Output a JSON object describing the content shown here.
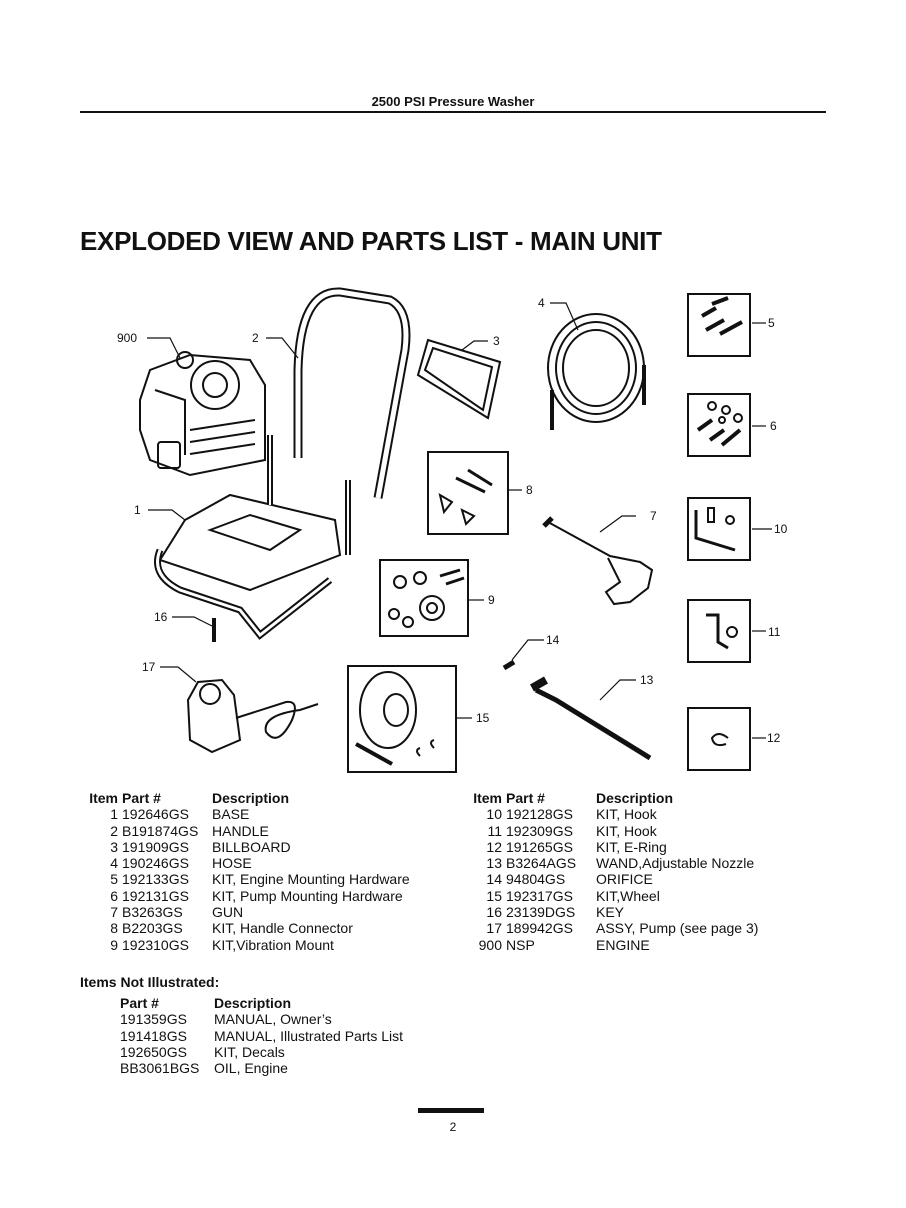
{
  "header": {
    "title": "2500 PSI Pressure Washer"
  },
  "section_title": "EXPLODED VIEW AND PARTS LIST - MAIN UNIT",
  "callouts": {
    "c900": "900",
    "c1": "1",
    "c2": "2",
    "c3": "3",
    "c4": "4",
    "c5": "5",
    "c6": "6",
    "c7": "7",
    "c8": "8",
    "c9": "9",
    "c10": "10",
    "c11": "11",
    "c12": "12",
    "c13": "13",
    "c14": "14",
    "c15": "15",
    "c16": "16",
    "c17": "17"
  },
  "parts_table": {
    "headers": {
      "item": "Item",
      "part": "Part #",
      "desc": "Description"
    },
    "left": [
      {
        "item": "1",
        "part": "192646GS",
        "desc": "BASE"
      },
      {
        "item": "2",
        "part": "B191874GS",
        "desc": "HANDLE"
      },
      {
        "item": "3",
        "part": "191909GS",
        "desc": "BILLBOARD"
      },
      {
        "item": "4",
        "part": "190246GS",
        "desc": "HOSE"
      },
      {
        "item": "5",
        "part": "192133GS",
        "desc": "KIT, Engine Mounting Hardware"
      },
      {
        "item": "6",
        "part": "192131GS",
        "desc": "KIT, Pump Mounting Hardware"
      },
      {
        "item": "7",
        "part": "B3263GS",
        "desc": "GUN"
      },
      {
        "item": "8",
        "part": "B2203GS",
        "desc": "KIT, Handle Connector"
      },
      {
        "item": "9",
        "part": "192310GS",
        "desc": "KIT,Vibration Mount"
      }
    ],
    "right": [
      {
        "item": "10",
        "part": "192128GS",
        "desc": "KIT, Hook"
      },
      {
        "item": "11",
        "part": "192309GS",
        "desc": "KIT, Hook"
      },
      {
        "item": "12",
        "part": "191265GS",
        "desc": "KIT, E-Ring"
      },
      {
        "item": "13",
        "part": "B3264AGS",
        "desc": "WAND,Adjustable Nozzle"
      },
      {
        "item": "14",
        "part": "94804GS",
        "desc": "ORIFICE"
      },
      {
        "item": "15",
        "part": "192317GS",
        "desc": "KIT,Wheel"
      },
      {
        "item": "16",
        "part": "23139DGS",
        "desc": "KEY"
      },
      {
        "item": "17",
        "part": "189942GS",
        "desc": "ASSY, Pump (see page 3)"
      },
      {
        "item": "900",
        "part": "NSP",
        "desc": "ENGINE"
      }
    ]
  },
  "not_illustrated": {
    "title": "Items Not Illustrated:",
    "headers": {
      "part": "Part #",
      "desc": "Description"
    },
    "rows": [
      {
        "part": "191359GS",
        "desc": "MANUAL, Owner’s"
      },
      {
        "part": "191418GS",
        "desc": "MANUAL, Illustrated Parts List"
      },
      {
        "part": "192650GS",
        "desc": "KIT, Decals"
      },
      {
        "part": "BB3061BGS",
        "desc": "OIL, Engine"
      }
    ]
  },
  "footer": {
    "page_number": "2"
  }
}
